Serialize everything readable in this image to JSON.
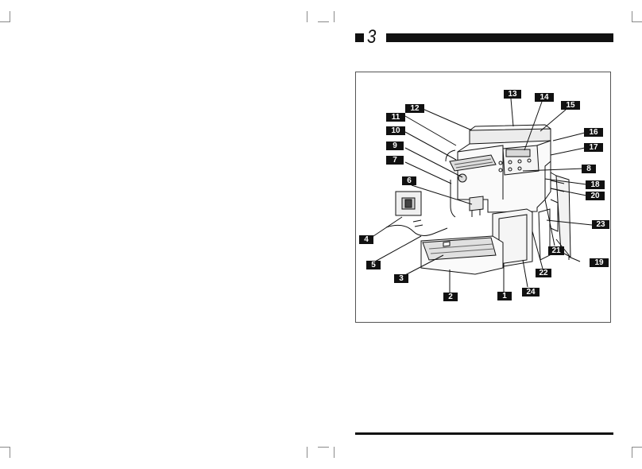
{
  "page": {
    "number": "3"
  },
  "figure": {
    "callouts": [
      {
        "id": "c1",
        "label": "1"
      },
      {
        "id": "c2",
        "label": "2"
      },
      {
        "id": "c3",
        "label": "3"
      },
      {
        "id": "c4",
        "label": "4"
      },
      {
        "id": "c5",
        "label": "5"
      },
      {
        "id": "c6",
        "label": "6"
      },
      {
        "id": "c7",
        "label": "7"
      },
      {
        "id": "c8",
        "label": "8"
      },
      {
        "id": "c9",
        "label": "9"
      },
      {
        "id": "c10",
        "label": "10"
      },
      {
        "id": "c11",
        "label": "11"
      },
      {
        "id": "c12",
        "label": "12"
      },
      {
        "id": "c13",
        "label": "13"
      },
      {
        "id": "c14",
        "label": "14"
      },
      {
        "id": "c15",
        "label": "15"
      },
      {
        "id": "c16",
        "label": "16"
      },
      {
        "id": "c17",
        "label": "17"
      },
      {
        "id": "c18",
        "label": "18"
      },
      {
        "id": "c19",
        "label": "19"
      },
      {
        "id": "c20",
        "label": "20"
      },
      {
        "id": "c21",
        "label": "21"
      },
      {
        "id": "c22",
        "label": "22"
      },
      {
        "id": "c23",
        "label": "23"
      },
      {
        "id": "c24",
        "label": "24"
      }
    ]
  }
}
